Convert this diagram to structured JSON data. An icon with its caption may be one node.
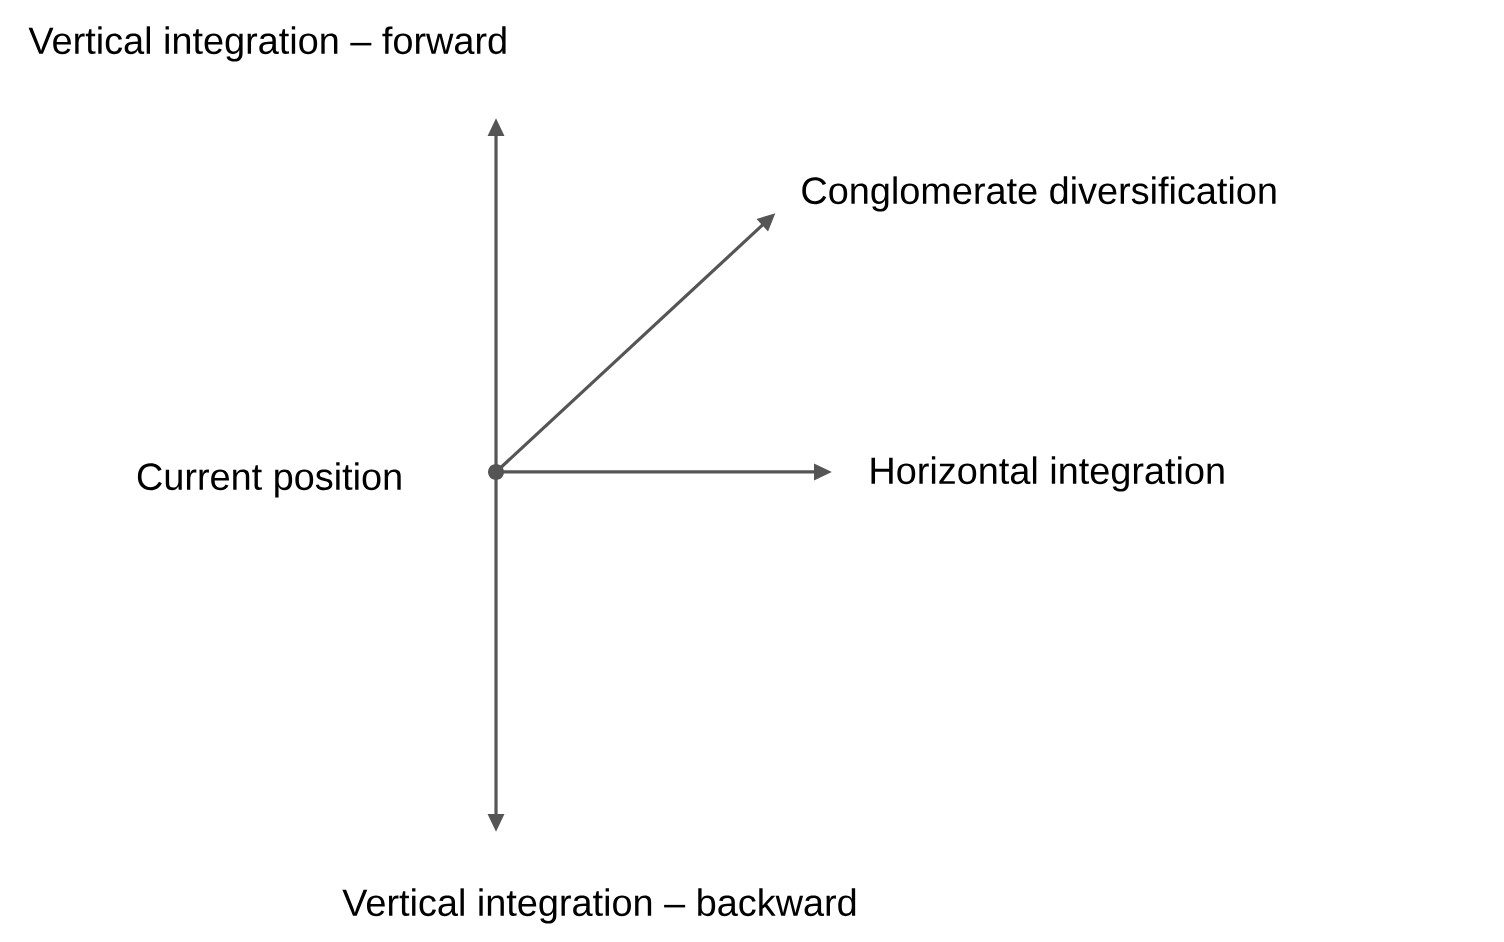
{
  "diagram": {
    "nodes": [
      {
        "text": [],
        "shape": "circle",
        "beside": [
          "Current position"
        ]
      },
      {
        "text": [
          "Vertical integration – forward"
        ]
      },
      {
        "text": [
          "Conglomerate diversification"
        ]
      },
      {
        "text": [
          "Horizontal integration"
        ]
      },
      {
        "text": [
          "Vertical integration – backward"
        ]
      }
    ],
    "edges": [
      {
        "from": 0,
        "to": 1,
        "arrow": "to"
      },
      {
        "from": 0,
        "to": 2,
        "arrow": "to"
      },
      {
        "from": 0,
        "to": 3,
        "arrow": "to"
      },
      {
        "from": 0,
        "to": 4,
        "arrow": "to"
      }
    ]
  }
}
